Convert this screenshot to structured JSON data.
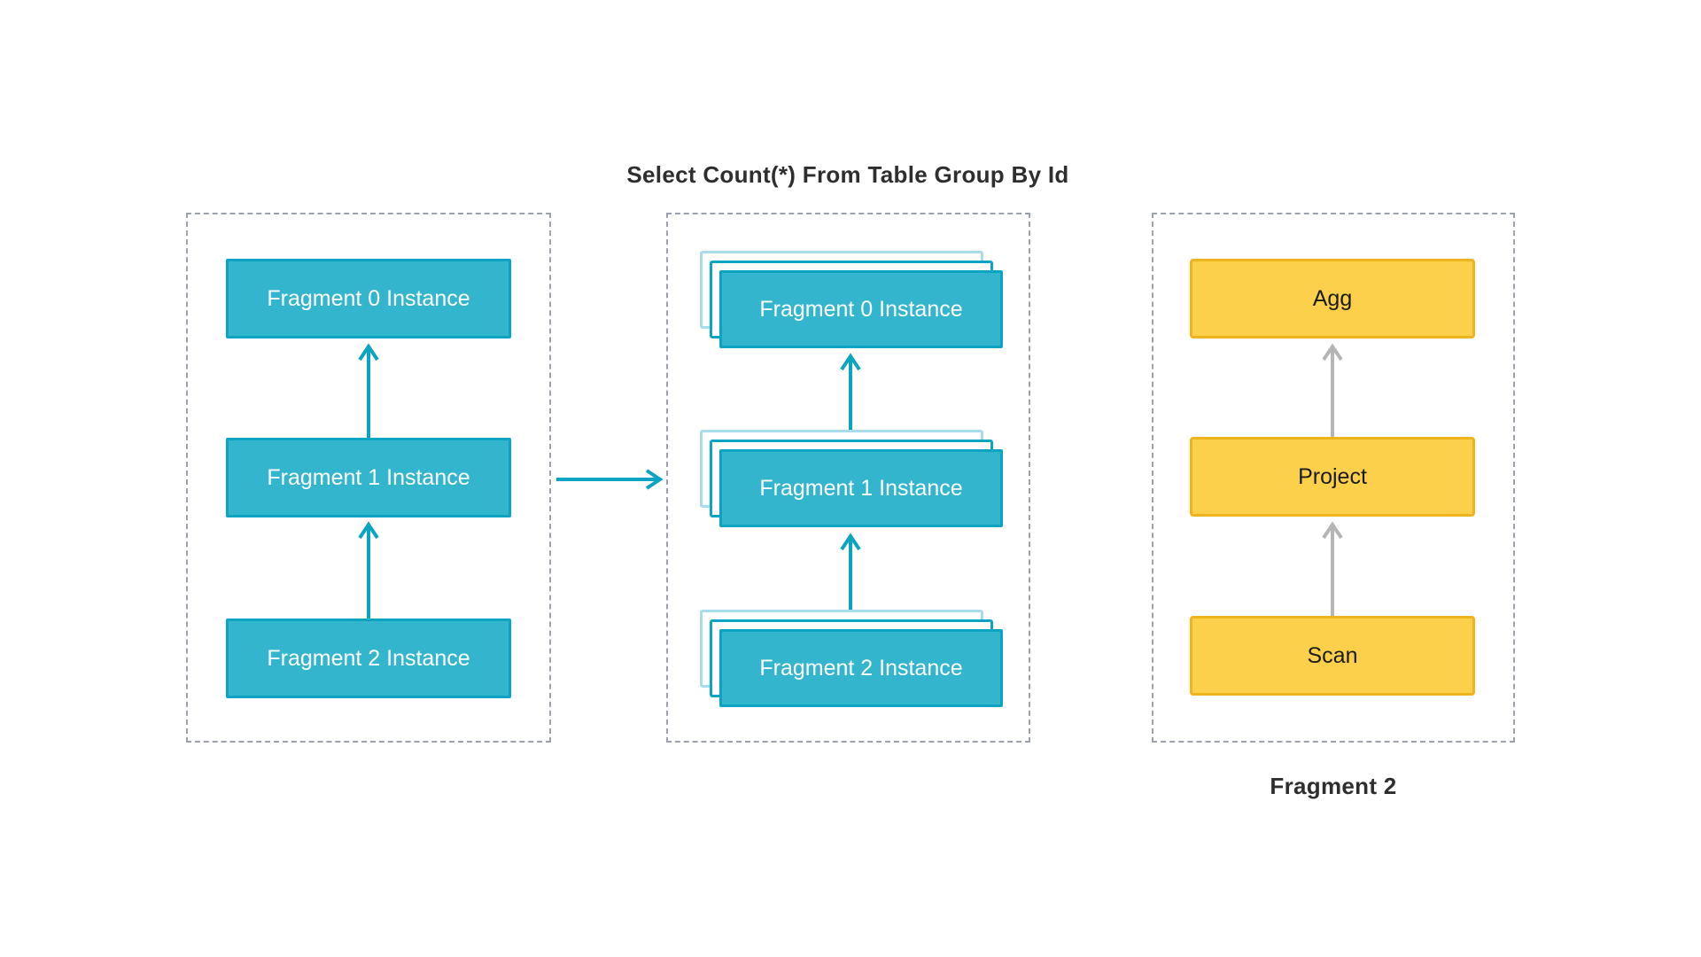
{
  "title": "Select Count(*) From Table Group By Id",
  "colors": {
    "teal-fill": "#33b5cd",
    "teal-border": "#0ba4c2",
    "teal-light": "#a9dcea",
    "yellow-fill": "#fcd04b",
    "yellow-border": "#eeb41c",
    "arrow-gray": "#b5b5b5",
    "dash": "#9ba1ad",
    "text-dark": "#2e2e2e"
  },
  "panels": {
    "left": {
      "boxes": [
        "Fragment 0 Instance",
        "Fragment 1 Instance",
        "Fragment 2 Instance"
      ]
    },
    "middle": {
      "boxes": [
        "Fragment 0 Instance",
        "Fragment 1 Instance",
        "Fragment 2 Instance"
      ]
    },
    "right": {
      "boxes": [
        "Agg",
        "Project",
        "Scan"
      ],
      "caption": "Fragment 2"
    }
  }
}
